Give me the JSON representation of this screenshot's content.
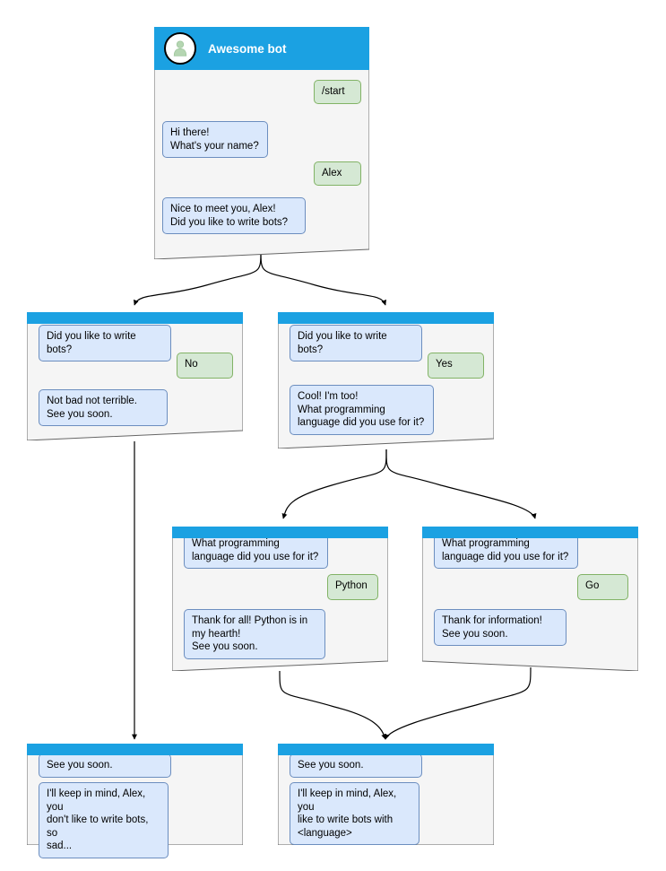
{
  "diagram": {
    "title": "Telegram bot conversation flow",
    "colors": {
      "titlebar": "#1ba1e2",
      "window_body": "#f5f5f5",
      "window_border": "#666666",
      "bot_bubble_fill": "#dae8fc",
      "bot_bubble_border": "#6c8ebf",
      "user_bubble_fill": "#d5e8d4",
      "user_bubble_border": "#82b366",
      "edge": "#000000",
      "avatar_person": "#b5d6b2"
    }
  },
  "nodes": [
    {
      "id": "start",
      "header_title": "Awesome bot",
      "avatar_icon": "person-icon",
      "messages": [
        {
          "role": "user",
          "text": "/start"
        },
        {
          "role": "bot",
          "text": "Hi there!\nWhat's your name?"
        },
        {
          "role": "user",
          "text": "Alex"
        },
        {
          "role": "bot",
          "text": "Nice to meet you, Alex!\nDid you like to write bots?"
        }
      ]
    },
    {
      "id": "no-branch",
      "messages": [
        {
          "role": "bot",
          "text": "Did you like to write bots?"
        },
        {
          "role": "user",
          "text": "No"
        },
        {
          "role": "bot",
          "text": "Not bad not terrible.\nSee you soon."
        }
      ]
    },
    {
      "id": "yes-branch",
      "messages": [
        {
          "role": "bot",
          "text": "Did you like to write bots?"
        },
        {
          "role": "user",
          "text": "Yes"
        },
        {
          "role": "bot",
          "text": "Cool! I'm too!\nWhat programming\nlanguage did you use for it?"
        }
      ]
    },
    {
      "id": "python-branch",
      "messages": [
        {
          "role": "bot",
          "text": "What programming\nlanguage did you use for it?"
        },
        {
          "role": "user",
          "text": "Python"
        },
        {
          "role": "bot",
          "text": "Thank for all! Python is in\nmy hearth!\nSee you soon."
        }
      ]
    },
    {
      "id": "go-branch",
      "messages": [
        {
          "role": "bot",
          "text": "What programming\nlanguage did you use for it?"
        },
        {
          "role": "user",
          "text": "Go"
        },
        {
          "role": "bot",
          "text": "Thank for information!\nSee you soon."
        }
      ]
    },
    {
      "id": "end-no",
      "messages": [
        {
          "role": "bot",
          "text": "See you soon."
        },
        {
          "role": "bot",
          "text": "I'll keep in mind, Alex, you\ndon't like to write bots, so\nsad..."
        }
      ]
    },
    {
      "id": "end-yes",
      "messages": [
        {
          "role": "bot",
          "text": "See you soon."
        },
        {
          "role": "bot",
          "text": "I'll keep in mind, Alex, you\nlike to write bots with\n<language>"
        }
      ]
    }
  ]
}
